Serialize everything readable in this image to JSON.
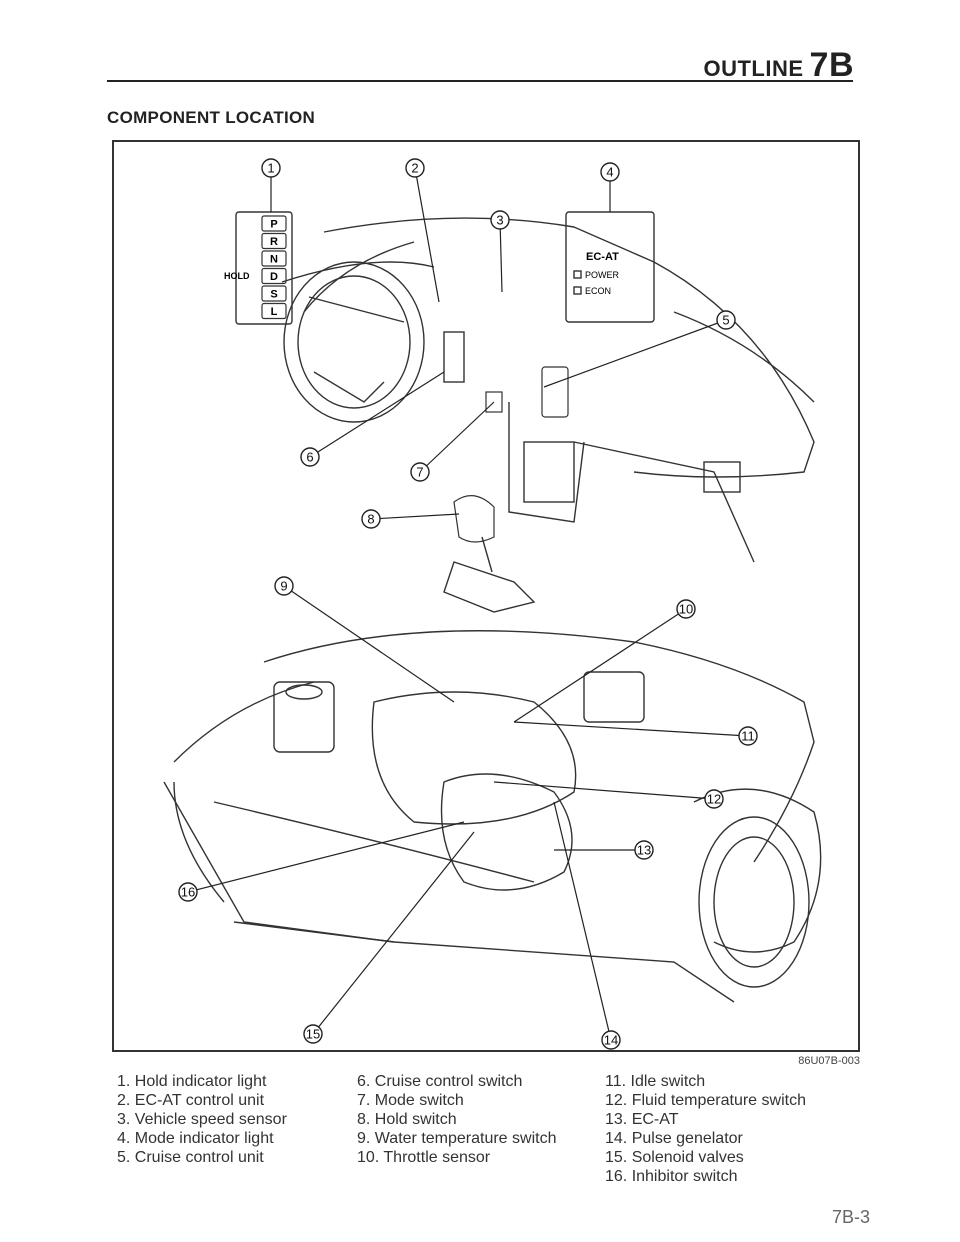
{
  "header": {
    "title_word": "OUTLINE",
    "title_code": "7B"
  },
  "section_title": "COMPONENT LOCATION",
  "figure": {
    "code": "86U07B-003",
    "shift_positions": [
      "P",
      "R",
      "N",
      "D",
      "S",
      "L"
    ],
    "hold_label": "HOLD",
    "panel": {
      "title": "EC-AT",
      "power": "POWER",
      "econ": "ECON"
    },
    "callouts": [
      "1",
      "2",
      "3",
      "4",
      "5",
      "6",
      "7",
      "8",
      "9",
      "10",
      "11",
      "12",
      "13",
      "14",
      "15",
      "16"
    ]
  },
  "legend": {
    "col1": [
      "1. Hold indicator light",
      "2. EC-AT control unit",
      "3. Vehicle speed sensor",
      "4. Mode indicator light",
      "5. Cruise control unit"
    ],
    "col2": [
      "6. Cruise control switch",
      "7. Mode switch",
      "8. Hold switch",
      "9. Water temperature switch",
      "10. Throttle sensor"
    ],
    "col3": [
      "11. Idle switch",
      "12. Fluid temperature switch",
      "13. EC-AT",
      "14. Pulse genelator",
      "15. Solenoid valves",
      "16. Inhibitor switch"
    ]
  },
  "footer": {
    "page": "7B-3"
  }
}
